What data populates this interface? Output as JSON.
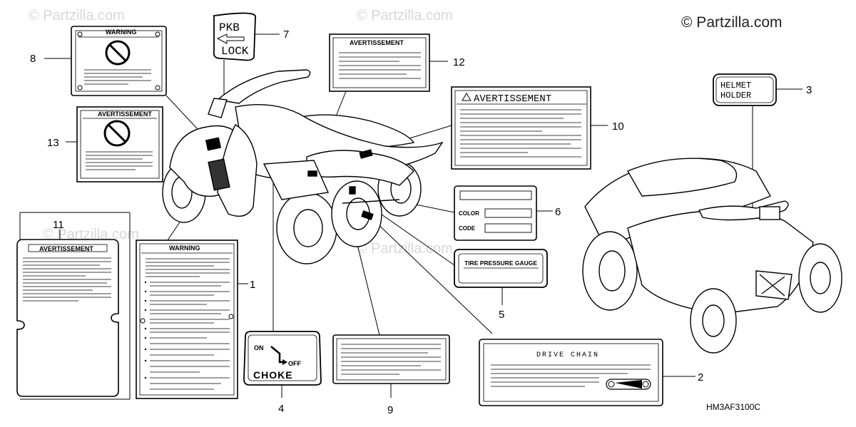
{
  "watermark": {
    "corner_text": "© Partzilla.com",
    "faint_text": "© Partzilla.com"
  },
  "diagram_code": "HM3AF3100C",
  "callouts": {
    "c1": "1",
    "c2": "2",
    "c3": "3",
    "c4": "4",
    "c5": "5",
    "c6": "6",
    "c7": "7",
    "c8": "8",
    "c9": "9",
    "c10": "10",
    "c11": "11",
    "c12": "12",
    "c13": "13"
  },
  "labels": {
    "warning": "WARNING",
    "avertissement": "AVERTISSEMENT",
    "avertissement_large": "AVERTISSEMENT",
    "pkb_line1": "PKB",
    "pkb_line2": "LOCK",
    "helmet_line1": "HELMET",
    "helmet_line2": "HOLDER",
    "color": "COLOR",
    "code": "CODE",
    "tire_pressure": "TIRE PRESSURE GAUGE",
    "choke_on": "ON",
    "choke_off": "OFF",
    "choke": "CHOKE",
    "drive_chain": "DRIVE CHAIN"
  }
}
